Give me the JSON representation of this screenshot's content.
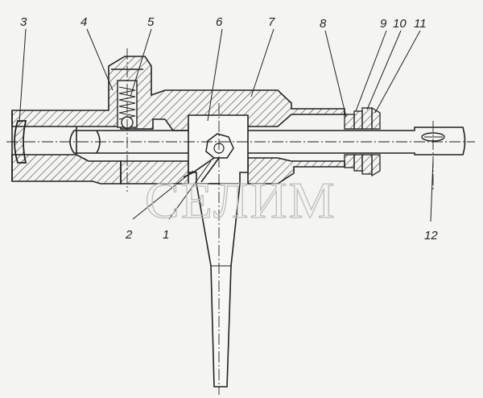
{
  "labels": {
    "l1": "1",
    "l2": "2",
    "l3": "3",
    "l4": "4",
    "l5": "5",
    "l6": "6",
    "l7": "7",
    "l8": "8",
    "l9": "9",
    "l10": "10",
    "l11": "11",
    "l12": "12"
  },
  "watermark": "СЕЛИМ"
}
